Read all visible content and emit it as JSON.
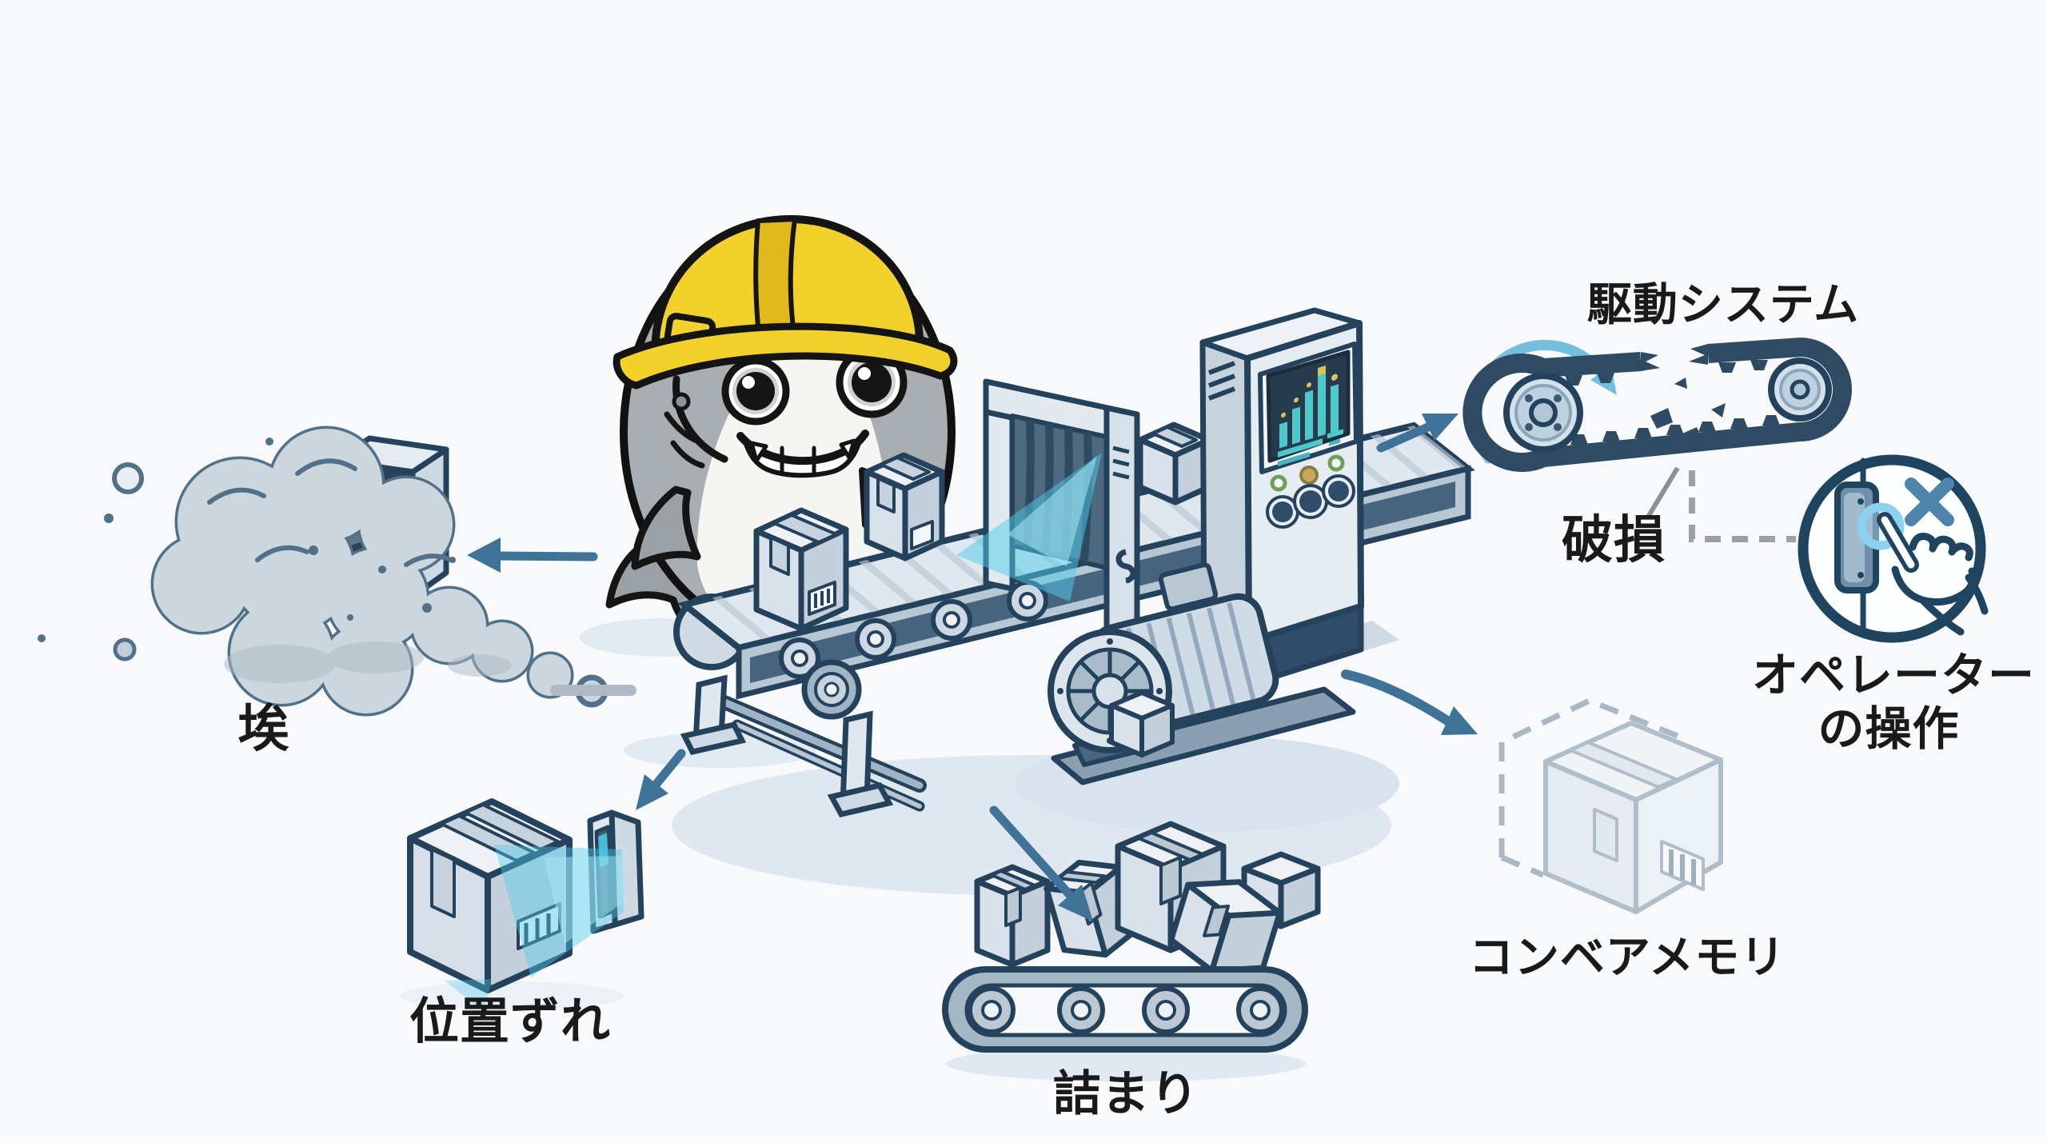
{
  "diagram": {
    "background": "#f7f9fa",
    "mascot": {
      "name": "shark-worker",
      "helmet_color": "#f3d12b"
    },
    "labels": {
      "dust": "埃",
      "misalignment": "位置ずれ",
      "jam": "詰まり",
      "conveyor_memory": "コンベアメモリ",
      "drive_system": "駆動システム",
      "damage": "破損",
      "operator_line1": "オペレーター",
      "operator_line2": "の操作"
    },
    "colors": {
      "outline": "#24425c",
      "arrow": "#3f7397",
      "rotation_arrow": "#74bede",
      "beam_cyan": "#4ecbe9",
      "helmet_yellow": "#f3d12b",
      "screen_bg": "#273b4e",
      "screen_bars": "#4fc8cc",
      "screen_accent": "#d8c25e",
      "label_text": "#1a1a1a",
      "dashed_connector": "#9aa2a8",
      "cloud_fill": "#ccd6dd",
      "box_fill": "#eef2f6"
    },
    "icons": [
      "dust-cloud-sensor-icon",
      "box-sensor-beam-icon",
      "jammed-boxes-conveyor-icon",
      "ghost-box-icon",
      "broken-belt-icon",
      "operator-press-x-icon",
      "shark-worker-mascot",
      "conveyor-scanner-machine"
    ]
  }
}
